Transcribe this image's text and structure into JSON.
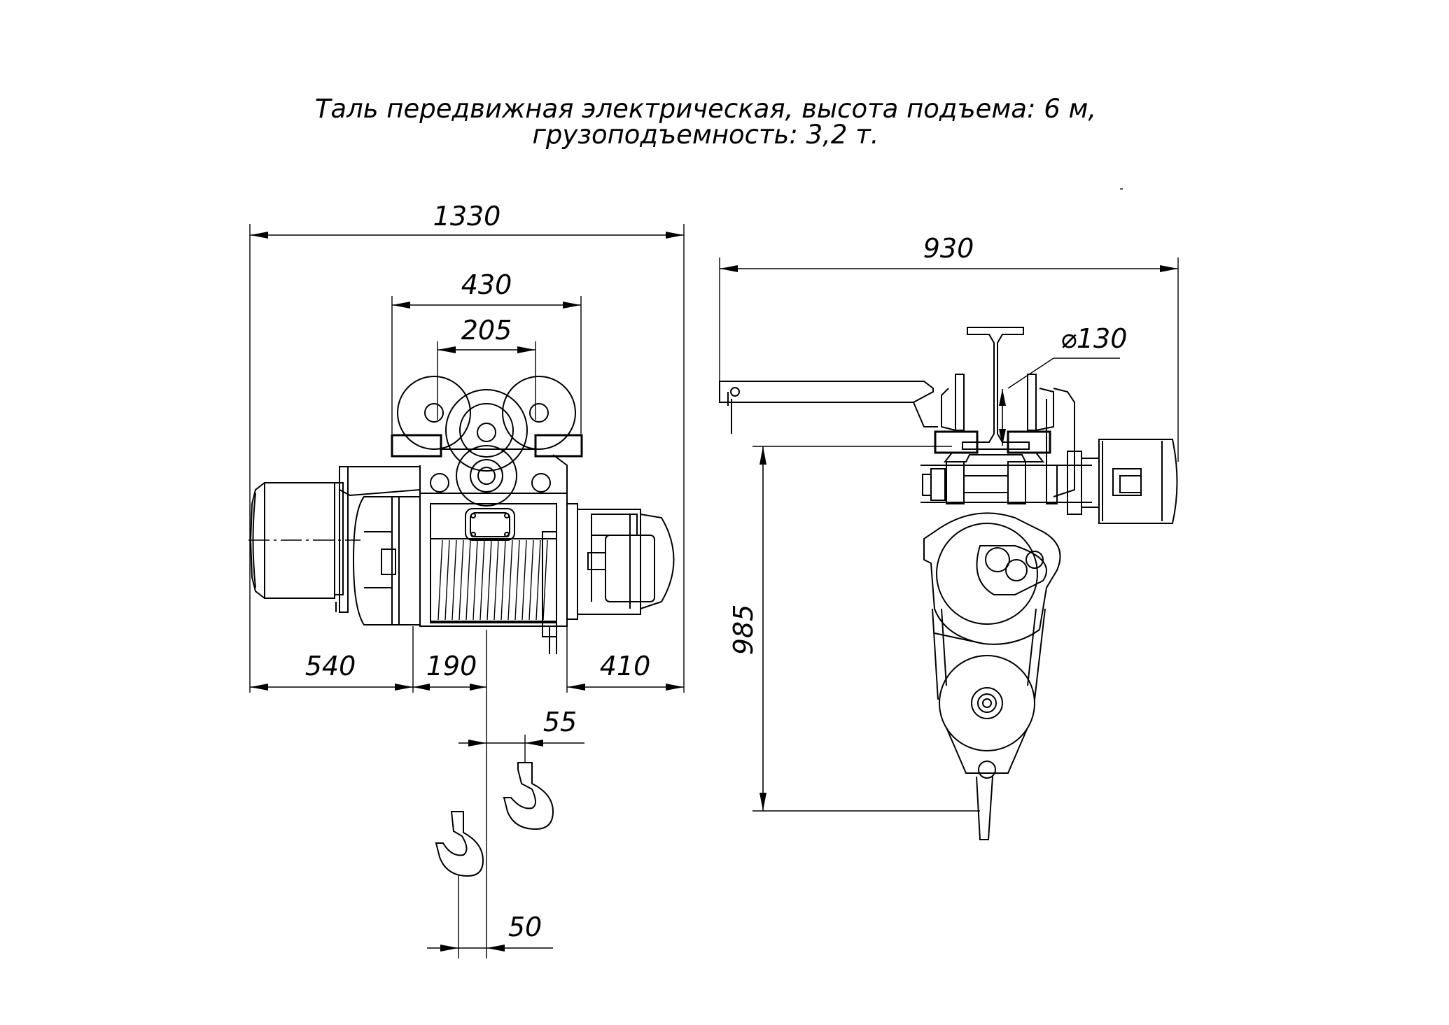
{
  "title": {
    "line1": "Таль передвижная электрическая, высота подъема: 6 м,",
    "line2": "грузоподъемность: 3,2 т."
  },
  "front_view": {
    "dim_overall_length": "1330",
    "dim_wheel_span": "430",
    "dim_wheel_base": "205",
    "dim_left": "540",
    "dim_drum_offset": "190",
    "dim_right": "410",
    "dim_hook_offset_upper": "55",
    "dim_hook_offset_lower": "50"
  },
  "side_view": {
    "dim_width": "930",
    "dim_wheel_diameter": "⌀130",
    "dim_height": "985"
  }
}
